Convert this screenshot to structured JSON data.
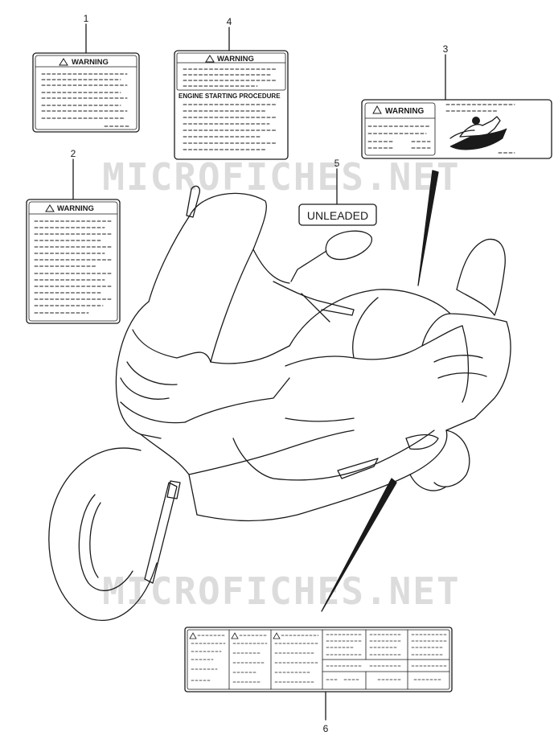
{
  "callouts": [
    "1",
    "2",
    "3",
    "4",
    "5",
    "6"
  ],
  "labels": {
    "warning_title": "WARNING",
    "engine_procedure": "ENGINE STARTING PROCEDURE",
    "unleaded": "UNLEADED"
  },
  "watermarks": [
    "MICROFICHES.NET",
    "MICROFICHES.NET"
  ],
  "colors": {
    "line": "#1a1a1a",
    "watermark": "#d9d9d9",
    "background": "#ffffff"
  },
  "icons": [
    "warning-triangle-icon"
  ]
}
